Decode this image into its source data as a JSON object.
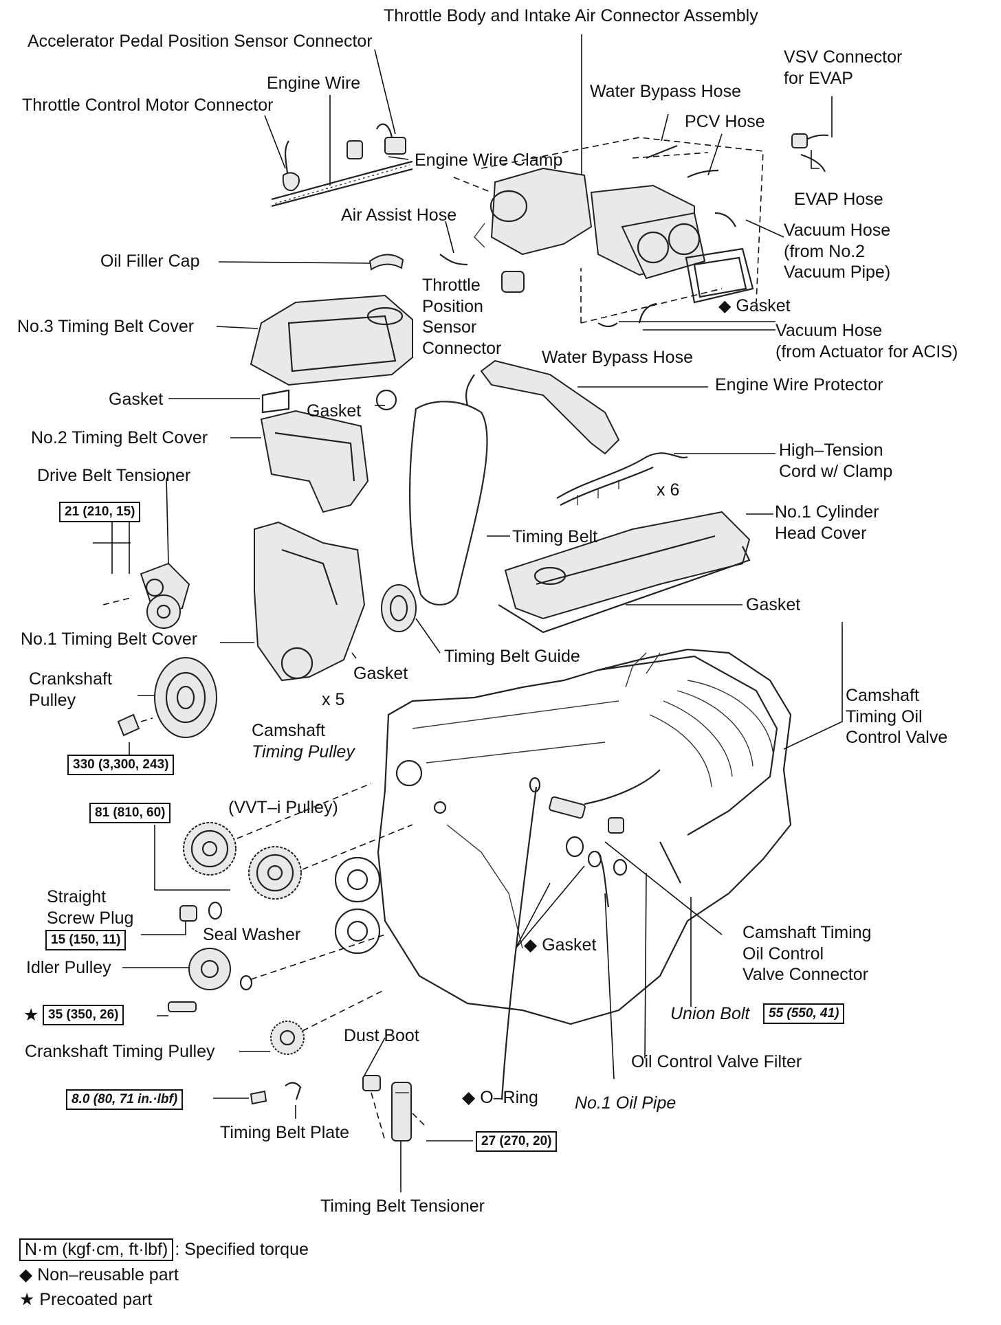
{
  "labels": {
    "throttle_body": "Throttle Body and Intake Air Connector Assembly",
    "accel_pedal_connector": "Accelerator Pedal Position Sensor Connector",
    "engine_wire": "Engine Wire",
    "throttle_control_motor": "Throttle Control Motor Connector",
    "engine_wire_clamp": "Engine Wire Clamp",
    "water_bypass_hose_top": "Water Bypass Hose",
    "pcv_hose": "PCV Hose",
    "vsv_connector": [
      "VSV Connector",
      "for EVAP"
    ],
    "evap_hose": "EVAP Hose",
    "air_assist_hose": "Air Assist Hose",
    "vacuum_hose_no2": [
      "Vacuum Hose",
      "(from No.2",
      "Vacuum Pipe)"
    ],
    "oil_filler_cap": "Oil Filler Cap",
    "throttle_position_sensor": [
      "Throttle",
      "Position",
      "Sensor",
      "Connector"
    ],
    "gasket_intake": "Gasket",
    "no3_timing_belt_cover": "No.3 Timing Belt Cover",
    "vacuum_hose_acis": [
      "Vacuum Hose",
      "(from Actuator for ACIS)"
    ],
    "water_bypass_hose_mid": "Water Bypass Hose",
    "gasket_no3": "Gasket",
    "gasket_oil_cap": "Gasket",
    "engine_wire_protector": "Engine Wire Protector",
    "no2_timing_belt_cover": "No.2 Timing Belt Cover",
    "high_tension_cord": [
      "High–Tension",
      "Cord w/ Clamp"
    ],
    "drive_belt_tensioner": "Drive Belt Tensioner",
    "x6": "x 6",
    "no1_cylinder_head_cover": [
      "No.1 Cylinder",
      "Head Cover"
    ],
    "timing_belt": "Timing Belt",
    "gasket_head_cover": "Gasket",
    "no1_timing_belt_cover": "No.1 Timing Belt Cover",
    "timing_belt_guide": "Timing Belt Guide",
    "crankshaft_pulley": [
      "Crankshaft",
      "Pulley"
    ],
    "gasket_no1_cover": "Gasket",
    "x5": "x 5",
    "camshaft_timing_ocv": [
      "Camshaft",
      "Timing Oil",
      "Control Valve"
    ],
    "camshaft_timing_pulley": [
      "Camshaft",
      "Timing Pulley"
    ],
    "vvti_pulley": "(VVT–i Pulley)",
    "straight_screw_plug": [
      "Straight",
      "Screw Plug"
    ],
    "seal_washer": "Seal Washer",
    "camshaft_ocv_connector": [
      "Camshaft Timing",
      "Oil Control",
      "Valve Connector"
    ],
    "idler_pulley": "Idler Pulley",
    "gasket_oil_pipe": "Gasket",
    "union_bolt": "Union Bolt",
    "crankshaft_timing_pulley": "Crankshaft Timing Pulley",
    "dust_boot": "Dust Boot",
    "oil_control_valve_filter": "Oil Control Valve Filter",
    "o_ring": "O–Ring",
    "no1_oil_pipe": "No.1 Oil Pipe",
    "timing_belt_plate": "Timing Belt Plate",
    "timing_belt_tensioner": "Timing Belt Tensioner"
  },
  "torques": {
    "drive_belt_tensioner": "21 (210, 15)",
    "crankshaft_pulley": "330 (3,300, 243)",
    "camshaft_pulley": "81 (810, 60)",
    "screw_plug": "15 (150, 11)",
    "idler_pulley": "35 (350, 26)",
    "union_bolt": "55 (550, 41)",
    "timing_belt_plate": "8.0 (80, 71 in.·lbf)",
    "timing_belt_tensioner": "27 (270, 20)"
  },
  "symbols": {
    "non_reusable": "◆",
    "precoated": "★"
  },
  "legend": {
    "unit_box": "N·m (kgf·cm, ft·lbf)",
    "unit_desc": ": Specified torque",
    "non_reusable": "Non–reusable part",
    "precoated": "Precoated part"
  }
}
